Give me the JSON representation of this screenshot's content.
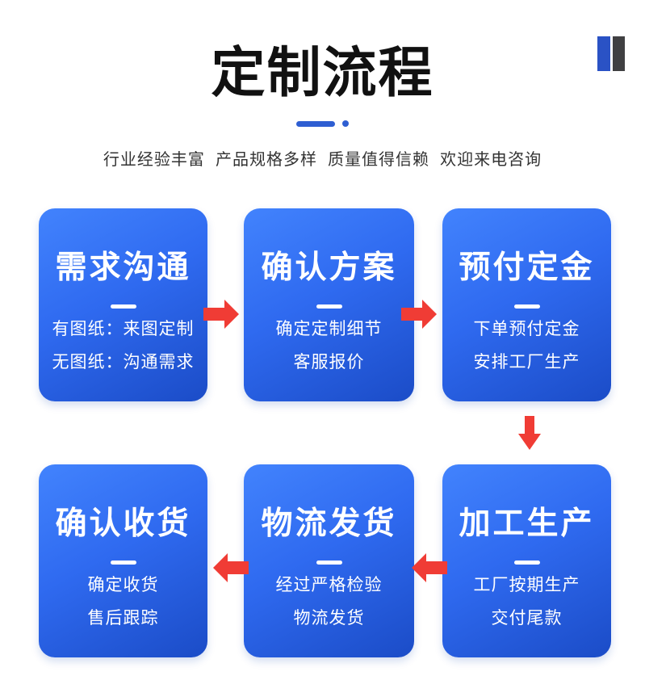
{
  "header": {
    "title": "定制流程",
    "subtitle": "行业经验丰富  产品规格多样  质量值得信赖  欢迎来电咨询"
  },
  "colors": {
    "page_bg": "#ffffff",
    "title_text": "#111111",
    "subtitle_text": "#333333",
    "accent_blue": "#2e5ed2",
    "deco_bar_blue": "#2a52c5",
    "deco_bar_dark": "#404042",
    "box_gradient_top": "#4283fd",
    "box_gradient_bottom": "#1b4cc7",
    "box_text": "#ffffff",
    "arrow_red": "#f03c35"
  },
  "steps": [
    {
      "title": "需求沟通",
      "lines": [
        "有图纸：来图定制",
        "无图纸：沟通需求"
      ]
    },
    {
      "title": "确认方案",
      "lines": [
        "确定定制细节",
        "客服报价"
      ]
    },
    {
      "title": "预付定金",
      "lines": [
        "下单预付定金",
        "安排工厂生产"
      ]
    },
    {
      "title": "加工生产",
      "lines": [
        "工厂按期生产",
        "交付尾款"
      ]
    },
    {
      "title": "物流发货",
      "lines": [
        "经过严格检验",
        "物流发货"
      ]
    },
    {
      "title": "确认收货",
      "lines": [
        "确定收货",
        "售后跟踪"
      ]
    }
  ],
  "flow": [
    {
      "from": "需求沟通",
      "to": "确认方案",
      "direction": "right"
    },
    {
      "from": "确认方案",
      "to": "预付定金",
      "direction": "right"
    },
    {
      "from": "预付定金",
      "to": "加工生产",
      "direction": "down"
    },
    {
      "from": "加工生产",
      "to": "物流发货",
      "direction": "left"
    },
    {
      "from": "物流发货",
      "to": "确认收货",
      "direction": "left"
    }
  ]
}
